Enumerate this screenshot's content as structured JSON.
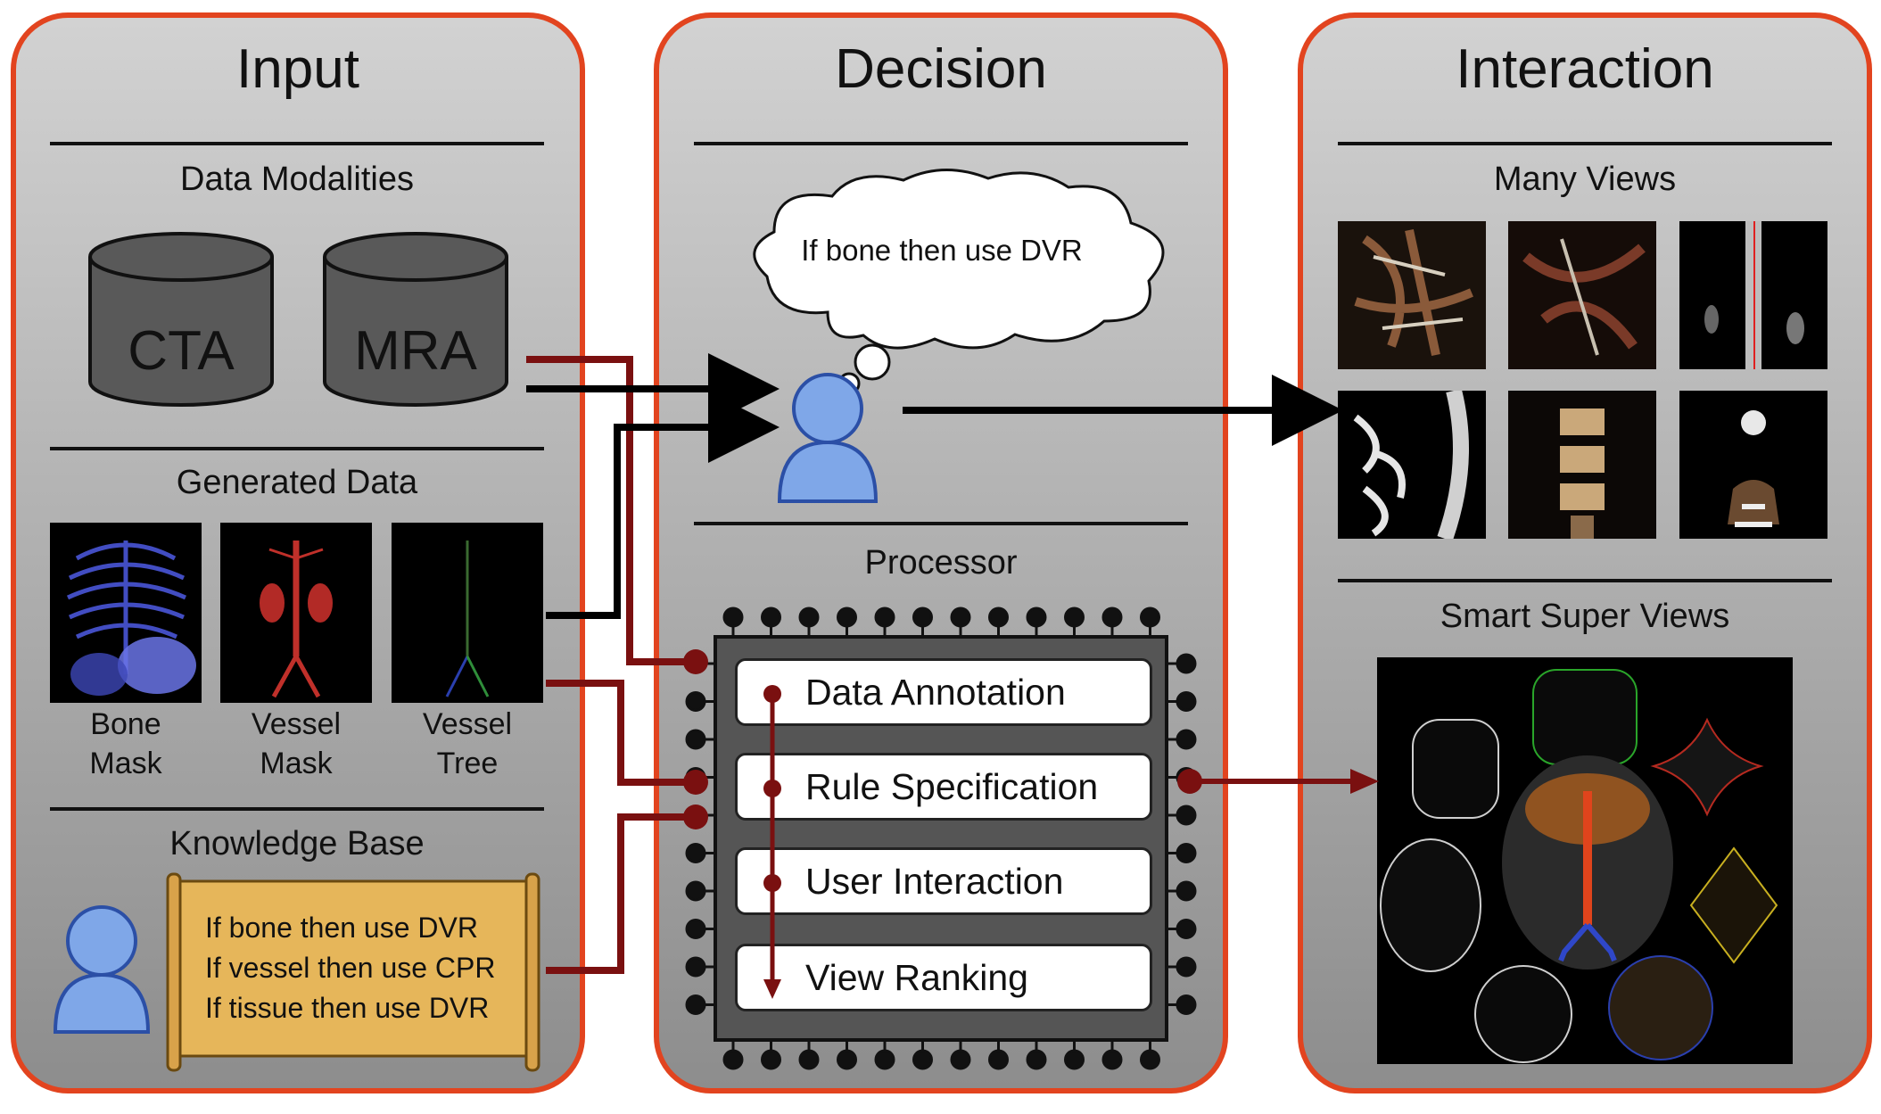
{
  "panels": {
    "input": {
      "title": "Input",
      "data_modalities": "Data Modalities",
      "databases": [
        "CTA",
        "MRA"
      ],
      "generated_data": "Generated Data",
      "generated_items": [
        {
          "line1": "Bone",
          "line2": "Mask"
        },
        {
          "line1": "Vessel",
          "line2": "Mask"
        },
        {
          "line1": "Vessel",
          "line2": "Tree"
        }
      ],
      "knowledge_base": "Knowledge Base",
      "rules": [
        "If bone then use DVR",
        "If vessel then use CPR",
        "If tissue then use DVR"
      ]
    },
    "decision": {
      "title": "Decision",
      "thought": "If bone then use DVR",
      "processor": "Processor",
      "chip_items": [
        "Data Annotation",
        "Rule Specification",
        "User Interaction",
        "View Ranking"
      ]
    },
    "interaction": {
      "title": "Interaction",
      "many_views": "Many Views",
      "smart_super_views": "Smart Super Views"
    }
  },
  "colors": {
    "panel_border": "#e2441f",
    "dark_red_wire": "#7a1010",
    "black_wire": "#000000",
    "user_icon": "#7fa7e8",
    "scroll": "#e6b65a"
  }
}
